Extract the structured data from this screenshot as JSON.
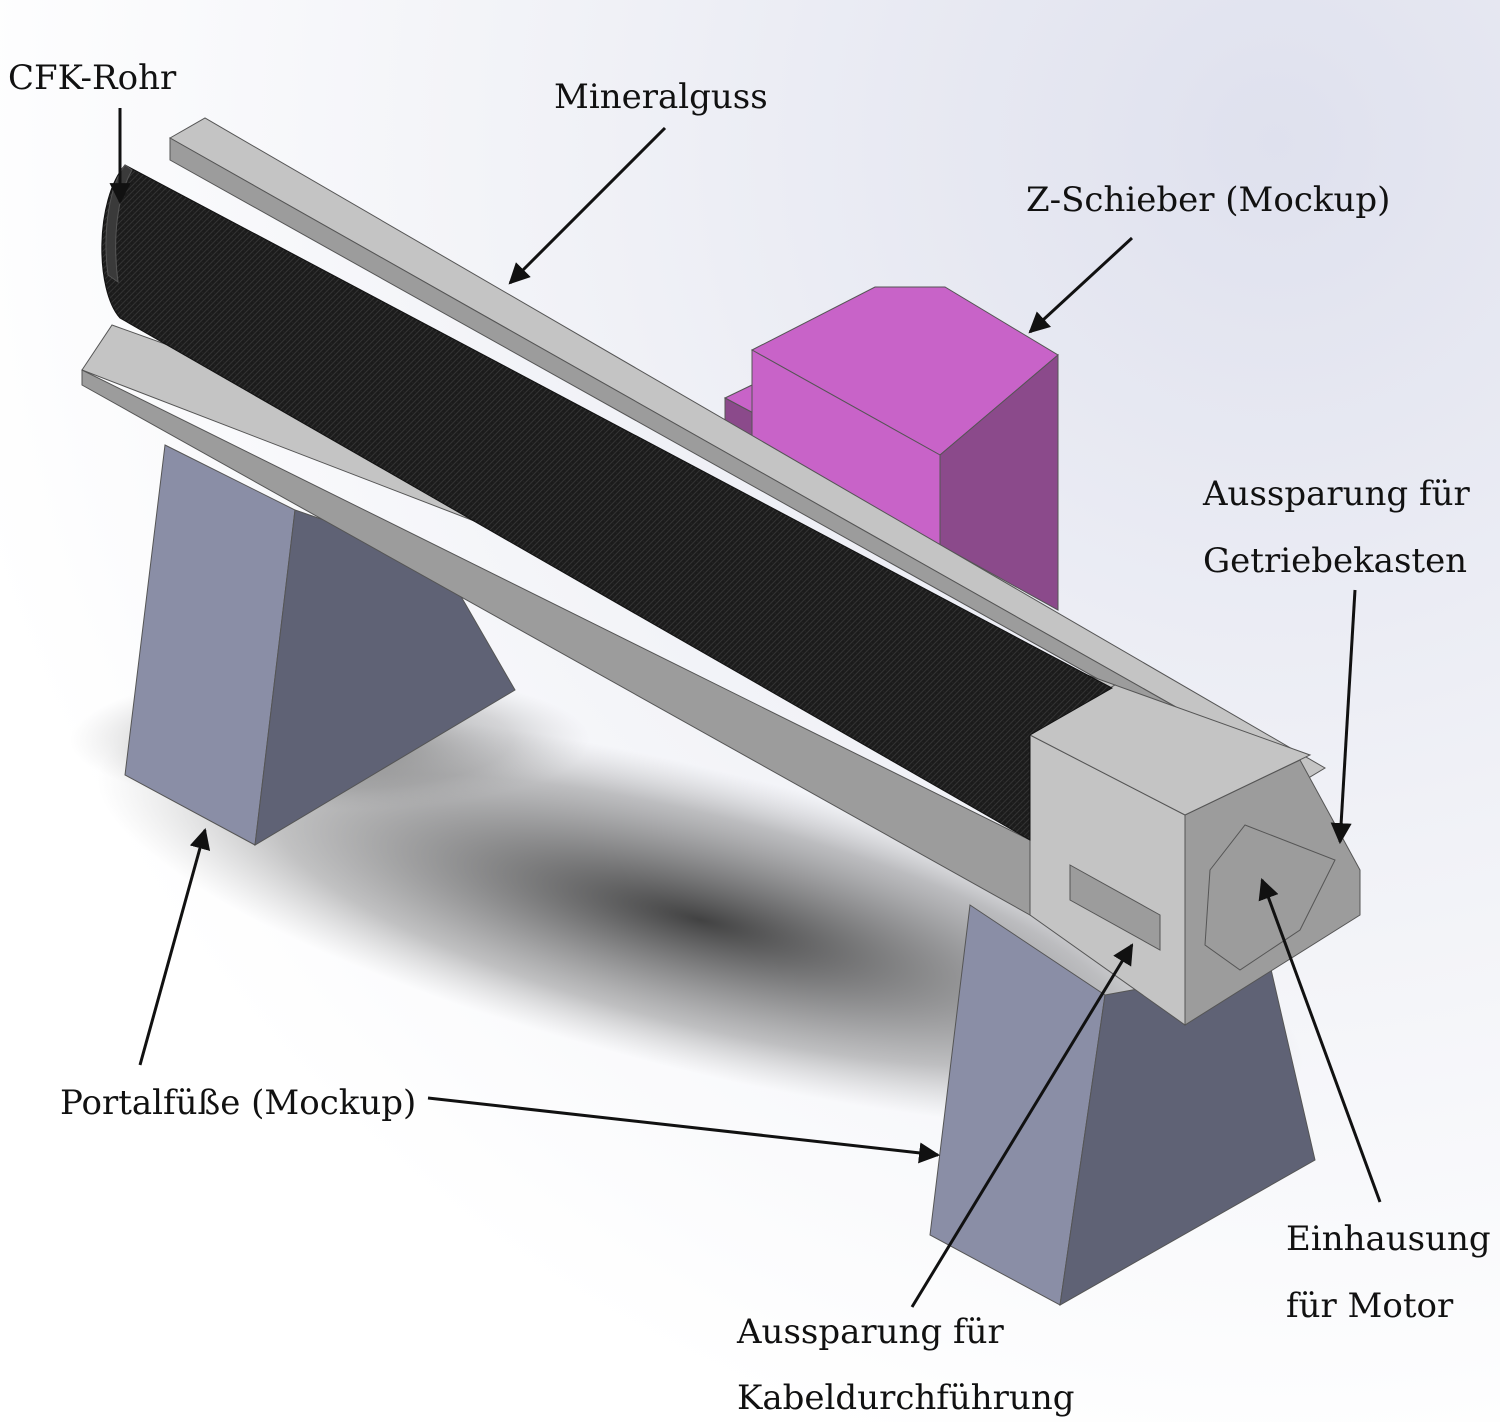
{
  "labels": {
    "cfk_rohr": "CFK-Rohr",
    "mineralguss": "Mineralguss",
    "z_schieber": "Z-Schieber (Mockup)",
    "getriebe_line1": "Aussparung für",
    "getriebe_line2": "Getriebekasten",
    "portalfuesse": "Portalfüße (Mockup)",
    "kabel_line1": "Aussparung für",
    "kabel_line2": "Kabeldurchführung",
    "motor_line1": "Einhausung",
    "motor_line2": "für Motor"
  },
  "colors": {
    "rail_top": "#c4c4c4",
    "rail_side": "#9c9c9c",
    "tube": "#1c1c1c",
    "slider_top": "#c863c8",
    "slider_side": "#8b4a8b",
    "feet_front": "#8a8ea6",
    "feet_side": "#5f6275"
  }
}
